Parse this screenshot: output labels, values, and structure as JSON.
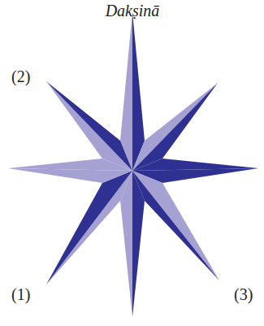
{
  "diagram": {
    "labels": [
      "Dakṣinā",
      "(2)",
      "(1)",
      "(3)"
    ]
  }
}
